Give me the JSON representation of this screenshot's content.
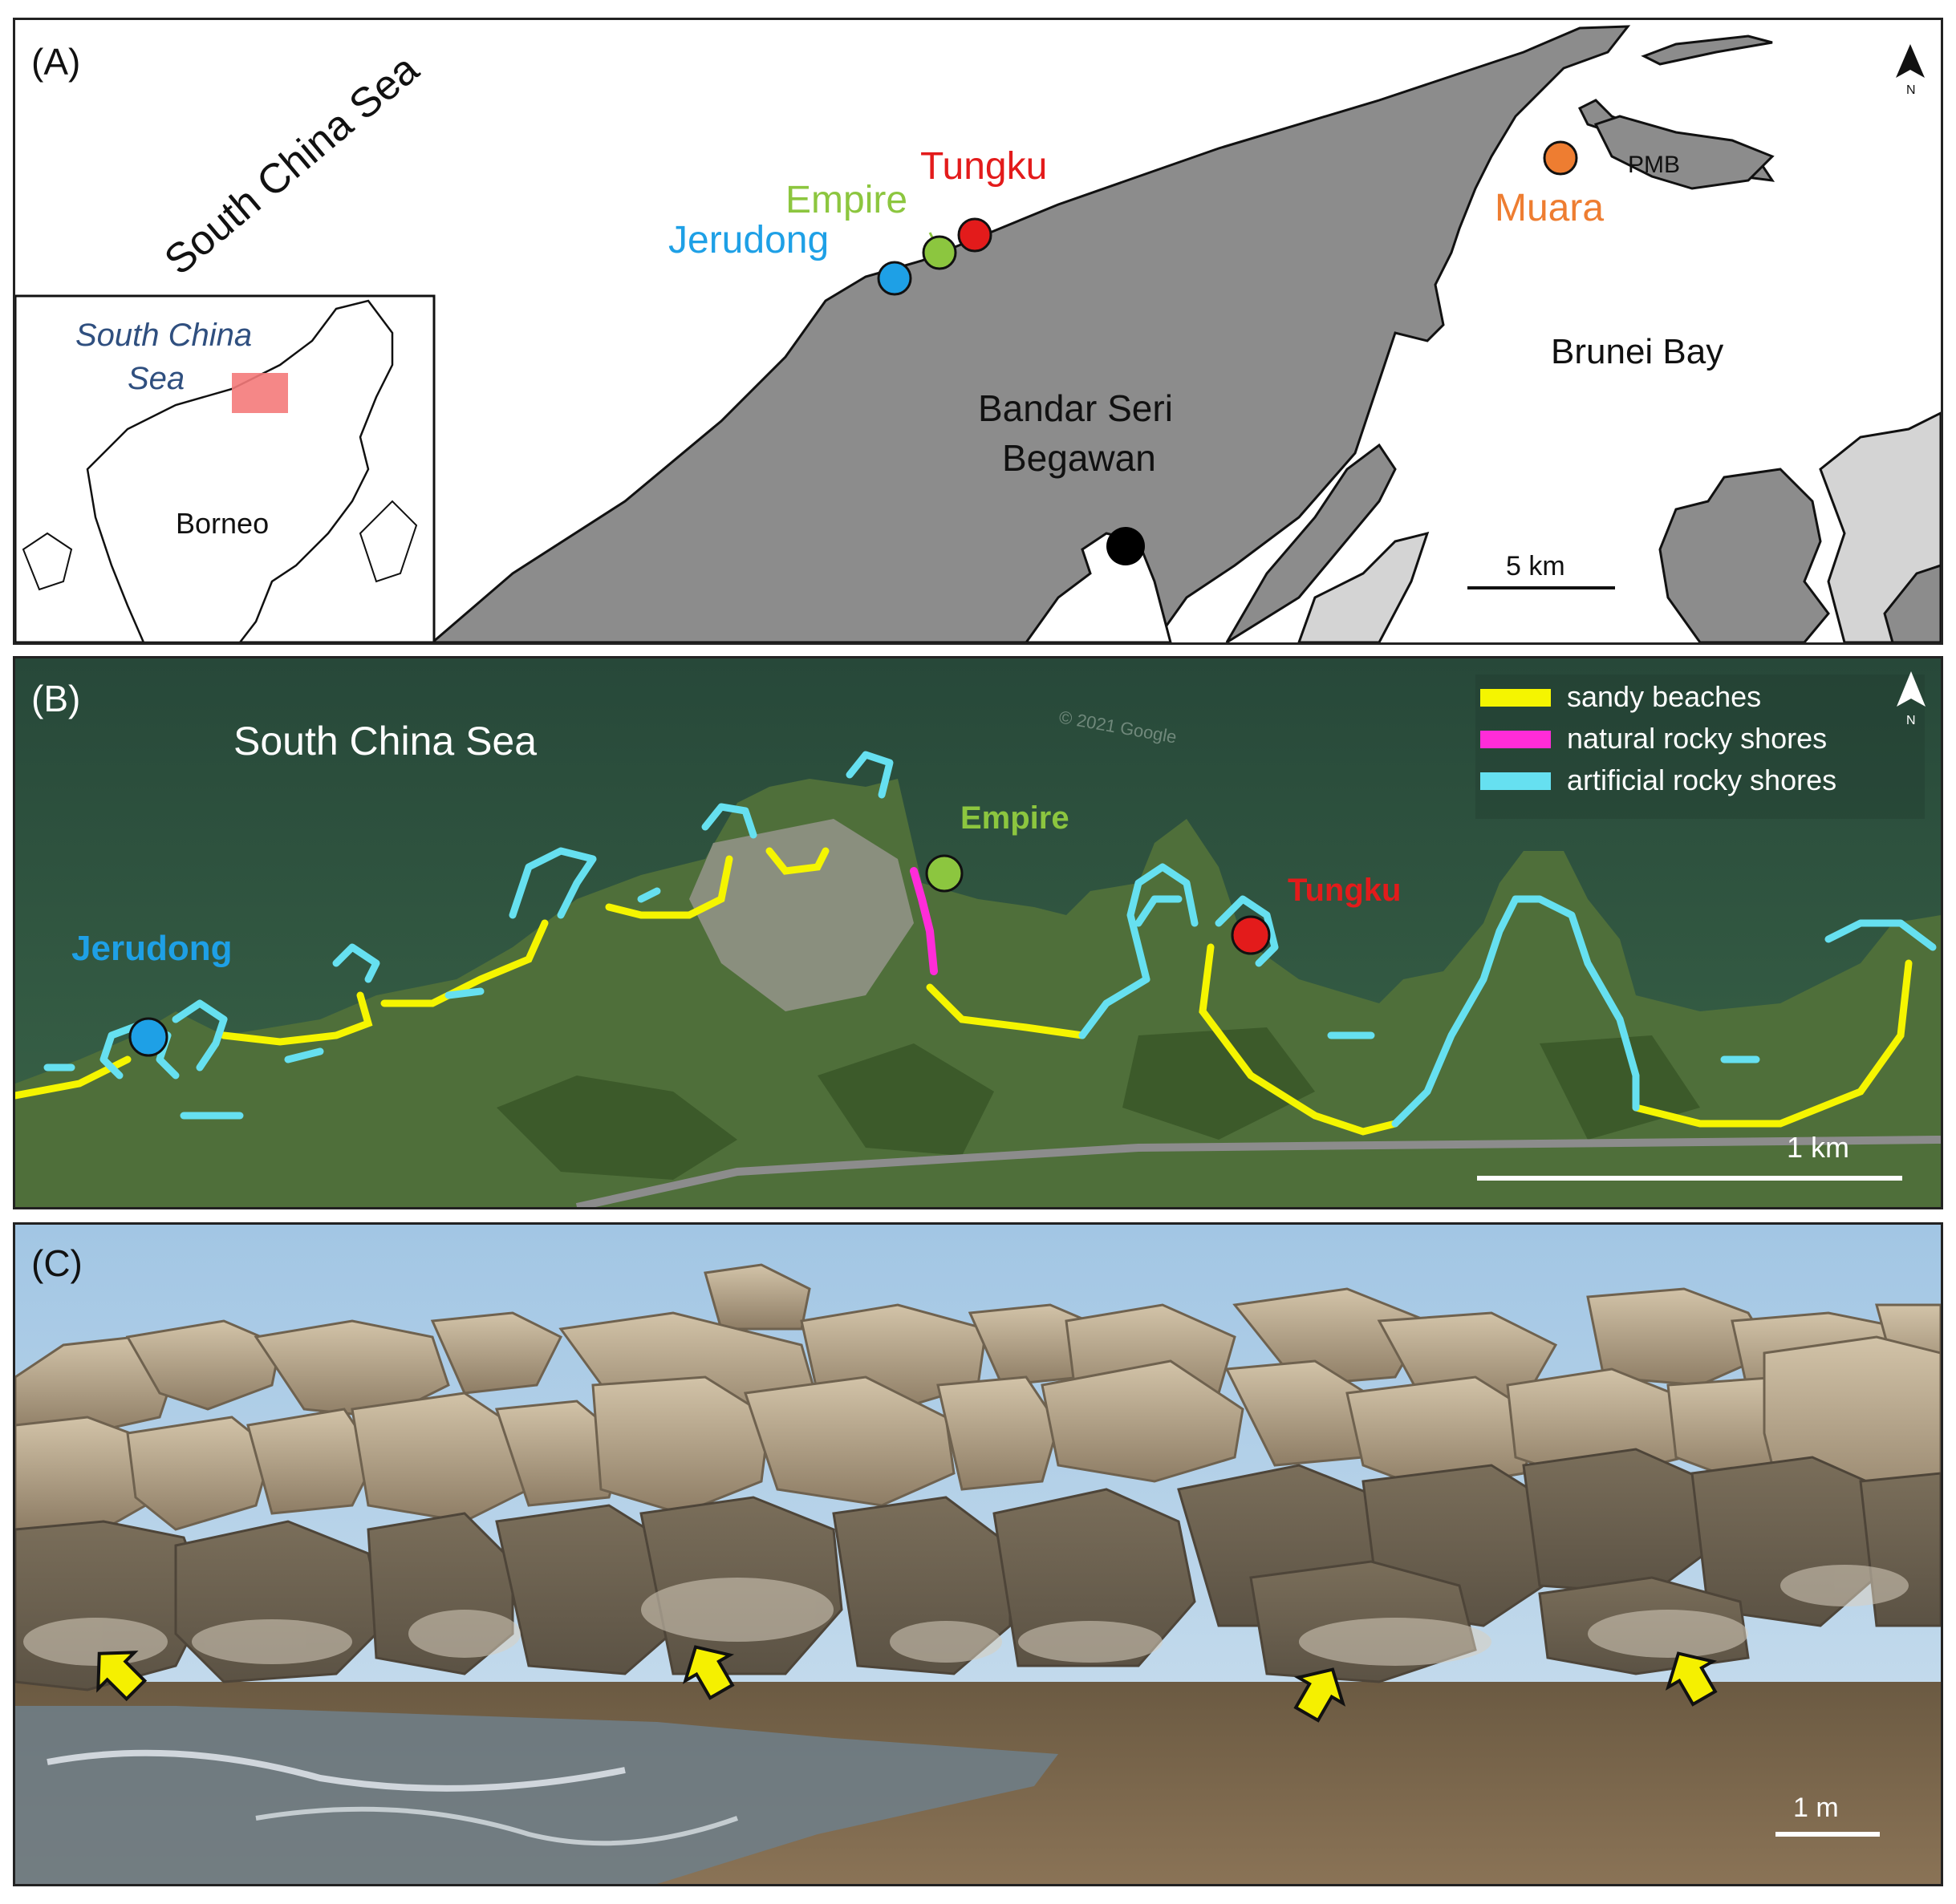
{
  "panel_a": {
    "label": "(A)",
    "sea_label": "South China Sea",
    "inset": {
      "sea_label_line1": "South China",
      "sea_label_line2": "Sea",
      "island_label": "Borneo"
    },
    "sites": {
      "jerudong": {
        "label": "Jerudong",
        "color": "#1ea0e6"
      },
      "empire": {
        "label": "Empire",
        "color": "#8cc63f"
      },
      "tungku": {
        "label": "Tungku",
        "color": "#e31b1b"
      },
      "muara": {
        "label": "Muara",
        "color": "#ee7d31"
      }
    },
    "pmb_label": "PMB",
    "bay_label": "Brunei Bay",
    "capital_line1": "Bandar Seri",
    "capital_line2": "Begawan",
    "scale_label": "5 km",
    "north_label": "N",
    "land_color": "#8c8c8c"
  },
  "panel_b": {
    "label": "(B)",
    "sea_label": "South China Sea",
    "site_jerudong": "Jerudong",
    "site_empire": "Empire",
    "site_tungku": "Tungku",
    "legend": [
      {
        "label": "sandy beaches",
        "color": "#f5f500"
      },
      {
        "label": "natural rocky shores",
        "color": "#ff2cd8"
      },
      {
        "label": "artificial rocky shores",
        "color": "#66e0f0"
      }
    ],
    "scale_label": "1 km",
    "north_label": "N",
    "watermark": "© 2021 Google"
  },
  "panel_c": {
    "label": "(C)",
    "scale_label": "1 m",
    "arrow_color": "#f5f000"
  }
}
